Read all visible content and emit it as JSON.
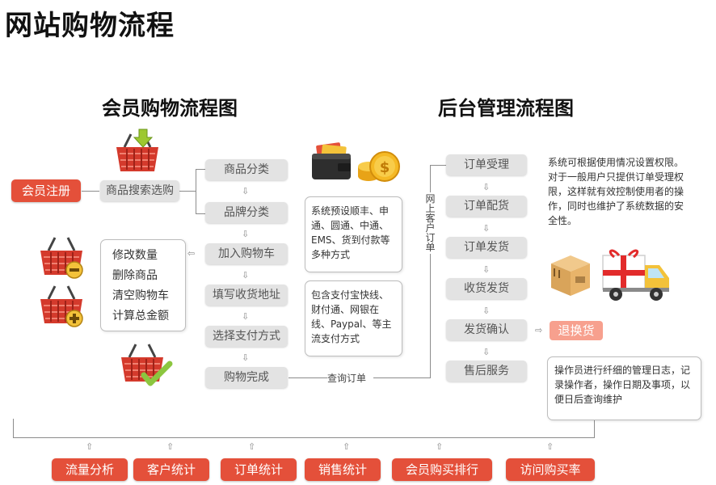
{
  "title": "网站购物流程",
  "member": {
    "title": "会员购物流程图",
    "register_label": "会员注册",
    "search_label": "商品搜索选购",
    "flow": [
      "商品分类",
      "品牌分类",
      "加入购物车",
      "填写收货地址",
      "选择支付方式",
      "购物完成"
    ],
    "cart_ops": [
      "修改数量",
      "删除商品",
      "清空购物车",
      "计算总金额"
    ],
    "shipping_note": "系统预设顺丰、申通、圆通、中通、EMS、货到付款等多种方式",
    "payment_note": "包含支付宝快线、财付通、网银在线、Paypal、等主流支付方式"
  },
  "admin": {
    "title": "后台管理流程图",
    "flow": [
      "订单受理",
      "订单配货",
      "订单发货",
      "收货发货",
      "发货确认",
      "售后服务"
    ],
    "online_order_label": "网上客户订单",
    "query_label": "查询订单",
    "return_label": "退换货",
    "permission_note": "系统可根据使用情况设置权限。对于一般用户只提供订单受理权限，这样就有效控制使用者的操作，同时也维护了系统数据的安全性。",
    "log_note": "操作员进行纤细的管理日志，记录操作者，操作日期及事项，以便日后查询维护"
  },
  "stats": [
    "流量分析",
    "客户统计",
    "订单统计",
    "销售统计",
    "会员购买排行",
    "访问购买率"
  ],
  "icons": [
    "basket-download-icon",
    "basket-minus-icon",
    "basket-plus-icon",
    "basket-check-icon",
    "wallet-icon",
    "coins-icon",
    "package-icon",
    "delivery-truck-icon"
  ],
  "colors": {
    "accent_red": "#e4503a",
    "return_pink": "#f7a08e",
    "box_gray": "#e3e3e3"
  }
}
